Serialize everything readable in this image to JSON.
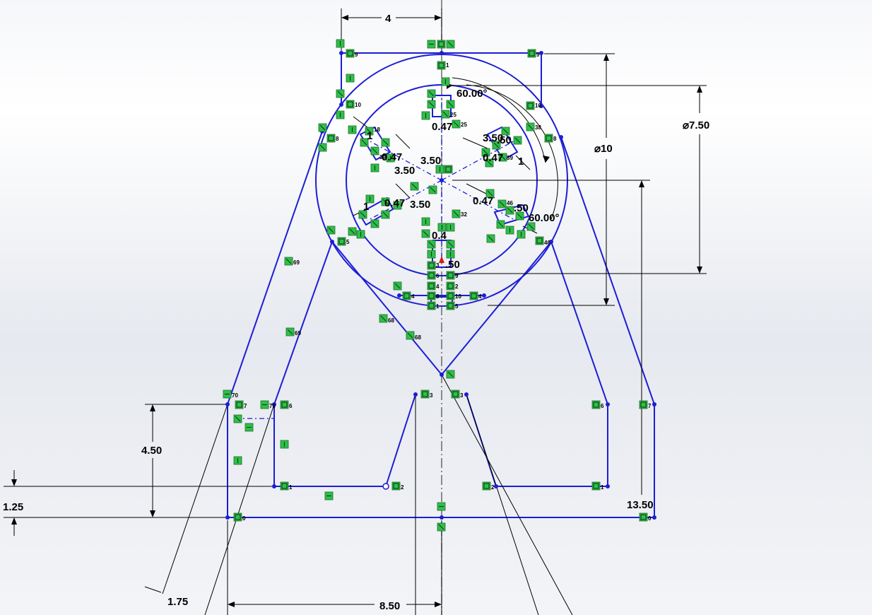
{
  "dimensions": {
    "top_width": "4",
    "bottom_width": "8.50",
    "left_height": "4.50",
    "left_offset": "1.25",
    "slant_width": "1.75",
    "outer_diameter": "⌀10",
    "inner_diameter": "⌀7.50",
    "total_height": "13.50",
    "angle_top": "60.00°",
    "angle_bottom": "60.00°",
    "spoke_length_top": "3.50",
    "spoke_length_left": "3.50",
    "spoke_length_lower": "3.50",
    "spoke_length_right": "3.50",
    "slot_width_a": "0.47",
    "slot_width_b": "0.47",
    "slot_width_c": "0.47",
    "slot_width_d": "0.47",
    "slot_width_e": "0.47",
    "slot_width_f": "0.4",
    "slot_length_a": "1",
    "slot_length_b": "1",
    "slot_length_c": "1",
    "slot_length_d": "1",
    "slot_sub_a": ".50",
    "slot_sub_b": ".50",
    "slot_sub_c": ".50"
  },
  "relations": {
    "n0": "0",
    "n1": "1",
    "n2": "2",
    "n3": "3",
    "n4": "4",
    "n5": "5",
    "n6": "6",
    "n7": "7",
    "n8": "8",
    "n9": "9",
    "n10": "10",
    "n16": "16",
    "n18": "18",
    "n25": "25",
    "n32": "32",
    "n38": "38",
    "n39": "39",
    "n46": "46",
    "n68": "68",
    "n69": "69",
    "n70": "70"
  },
  "colors": {
    "sketch": "#1d1dd6",
    "relation": "#2fbf4a",
    "dimension": "#000000",
    "active_point": "#d41b1b"
  }
}
